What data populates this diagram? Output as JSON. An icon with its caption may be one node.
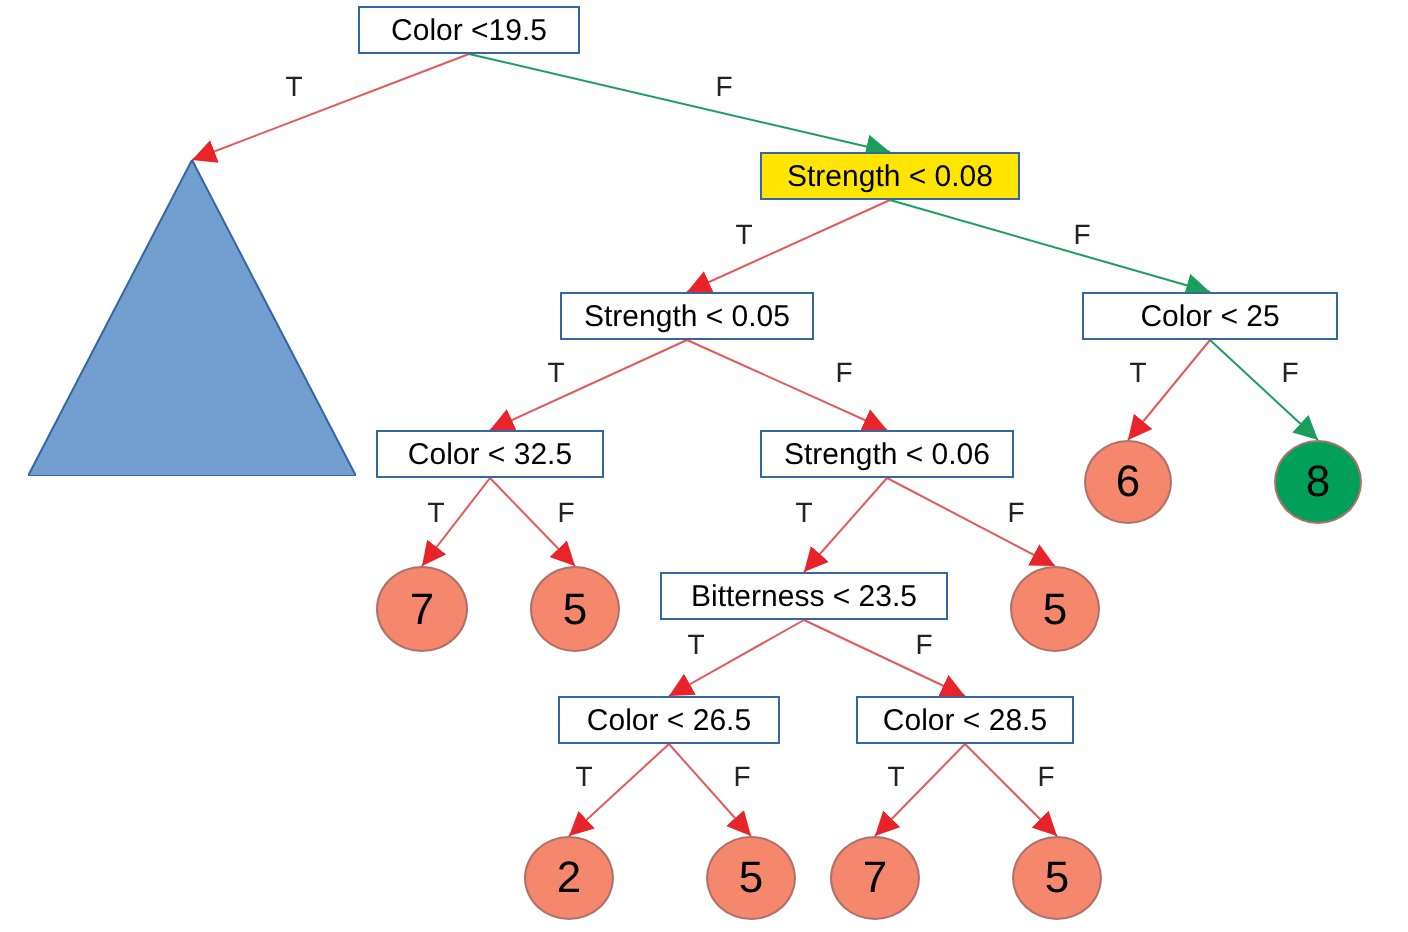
{
  "diagram": {
    "nodes": [
      {
        "text": [
          "Color <19.5"
        ]
      },
      {
        "text": [],
        "shape": "triangle"
      },
      {
        "text": [
          "Strength < 0.08"
        ]
      },
      {
        "text": [
          "Strength < 0.05"
        ]
      },
      {
        "text": [
          "Color < 25"
        ]
      },
      {
        "text": [
          "Color < 32.5"
        ]
      },
      {
        "text": [
          "Strength < 0.06"
        ]
      },
      {
        "text": [
          "6"
        ]
      },
      {
        "text": [
          "8"
        ]
      },
      {
        "text": [
          "7"
        ]
      },
      {
        "text": [
          "5"
        ]
      },
      {
        "text": [
          "Bitterness < 23.5"
        ]
      },
      {
        "text": [
          "5"
        ]
      },
      {
        "text": [
          "Color < 26.5"
        ]
      },
      {
        "text": [
          "Color < 28.5"
        ]
      },
      {
        "text": [
          "2"
        ]
      },
      {
        "text": [
          "5"
        ]
      },
      {
        "text": [
          "7"
        ]
      },
      {
        "text": [
          "5"
        ]
      }
    ],
    "edges": [
      {
        "from": 0,
        "to": 1,
        "arrow": "to",
        "label": "T"
      },
      {
        "from": 0,
        "to": 2,
        "arrow": "to",
        "label": "F",
        "color": "#1a9e5c"
      },
      {
        "from": 2,
        "to": 3,
        "arrow": "to",
        "label": "T"
      },
      {
        "from": 2,
        "to": 4,
        "arrow": "to",
        "label": "F",
        "color": "#1a9e5c"
      },
      {
        "from": 3,
        "to": 5,
        "arrow": "to",
        "label": "T"
      },
      {
        "from": 3,
        "to": 6,
        "arrow": "to",
        "label": "F"
      },
      {
        "from": 4,
        "to": 7,
        "arrow": "to",
        "label": "T"
      },
      {
        "from": 4,
        "to": 8,
        "arrow": "to",
        "label": "F",
        "color": "#1a9e5c"
      },
      {
        "from": 5,
        "to": 9,
        "arrow": "to",
        "label": "T"
      },
      {
        "from": 5,
        "to": 10,
        "arrow": "to",
        "label": "F"
      },
      {
        "from": 6,
        "to": 11,
        "arrow": "to",
        "label": "T"
      },
      {
        "from": 6,
        "to": 12,
        "arrow": "to",
        "label": "F"
      },
      {
        "from": 11,
        "to": 13,
        "arrow": "to",
        "label": "T"
      },
      {
        "from": 11,
        "to": 14,
        "arrow": "to",
        "label": "F"
      },
      {
        "from": 13,
        "to": 15,
        "arrow": "to",
        "label": "T"
      },
      {
        "from": 13,
        "to": 16,
        "arrow": "to",
        "label": "F"
      },
      {
        "from": 14,
        "to": 17,
        "arrow": "to",
        "label": "T"
      },
      {
        "from": 14,
        "to": 18,
        "arrow": "to",
        "label": "F"
      }
    ]
  }
}
